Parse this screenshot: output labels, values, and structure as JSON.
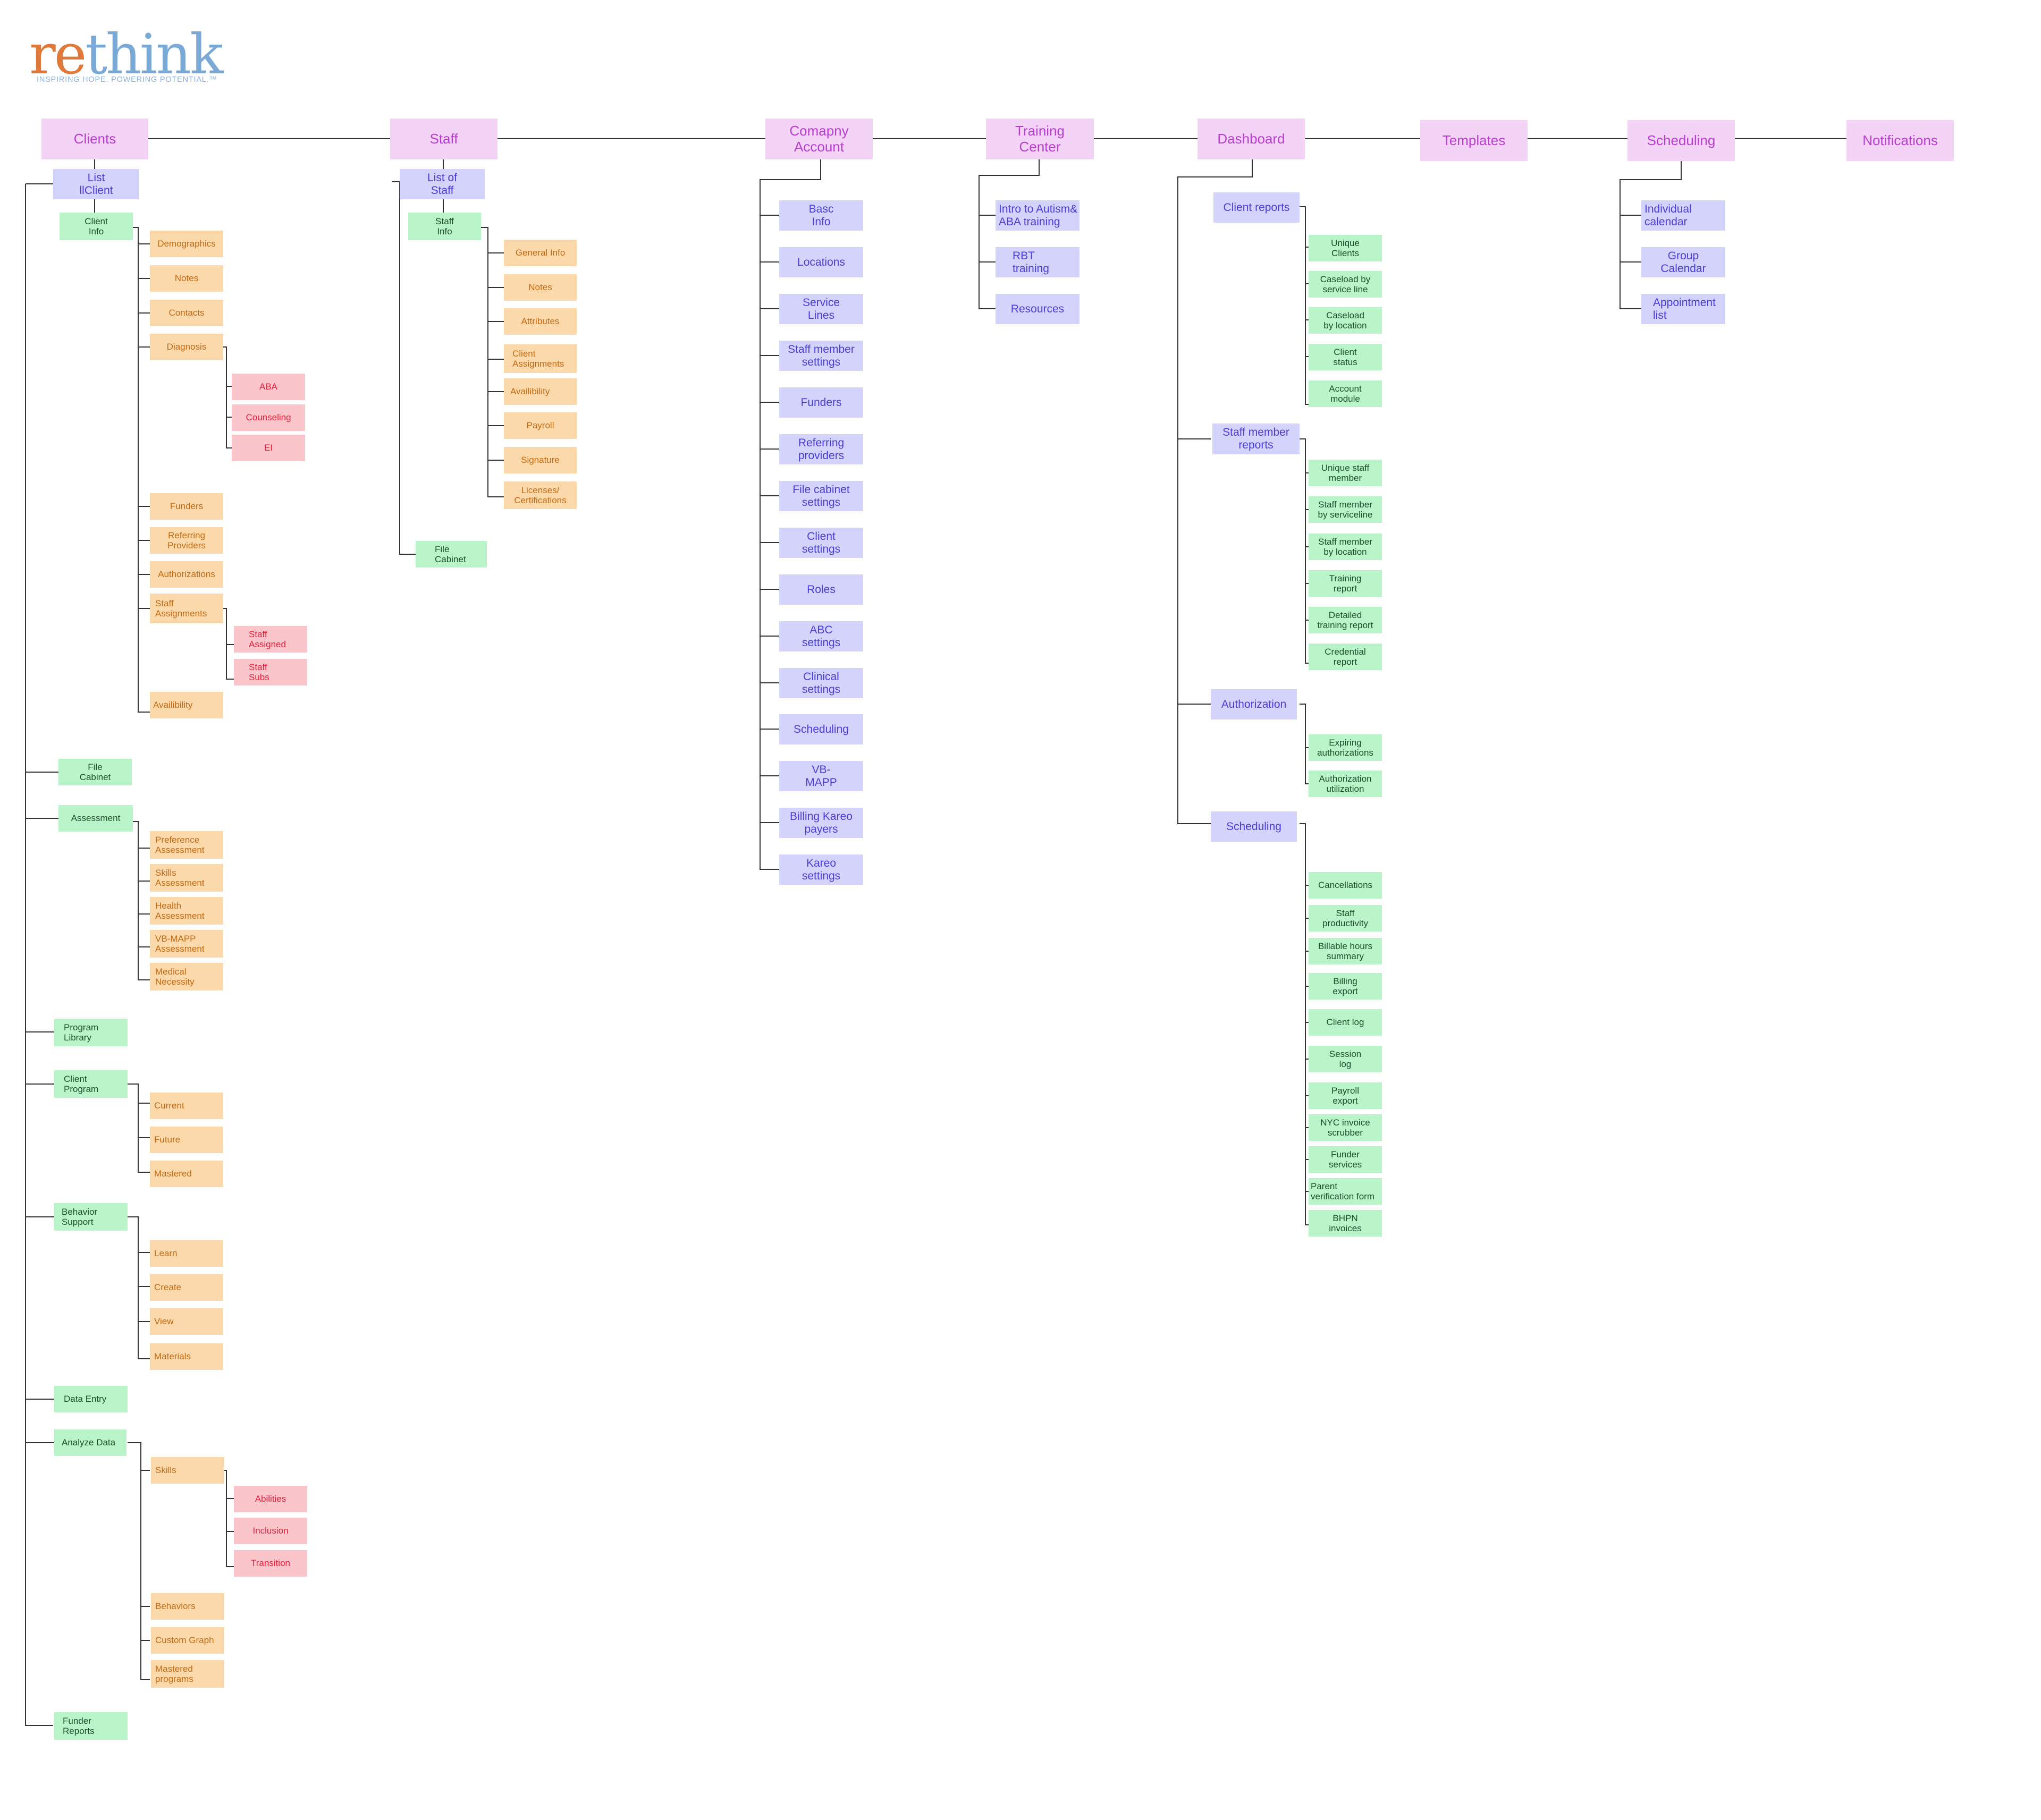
{
  "logo": {
    "brand_re": "re",
    "brand_think": "think",
    "tagline": "INSPIRING HOPE. POWERING POTENTIAL.™"
  },
  "sections": {
    "clients": "Clients",
    "staff": "Staff",
    "company_account": "Comapny\nAccount",
    "training_center": "Training\nCenter",
    "dashboard": "Dashboard",
    "templates": "Templates",
    "scheduling": "Scheduling",
    "notifications": "Notifications"
  },
  "clients": {
    "list": "List\nllClient",
    "client_info": "Client\nInfo",
    "client_info_items": {
      "demographics": "Demographics",
      "notes": "Notes",
      "contacts": "Contacts",
      "diagnosis": "Diagnosis",
      "diagnosis_items": {
        "aba": "ABA",
        "counseling": "Counseling",
        "ei": "EI"
      },
      "funders": "Funders",
      "referring_providers": "Referring\nProviders",
      "authorizations": "Authorizations",
      "staff_assignments": "Staff\nAssignments",
      "staff_assignment_items": {
        "staff_assigned": "Staff\nAssigned",
        "staff_subs": "Staff\nSubs"
      },
      "availability": "Availibility"
    },
    "file_cabinet": "File\nCabinet",
    "assessment": "Assessment",
    "assessment_items": {
      "preference": "Preference\nAssessment",
      "skills": "Skills\nAssessment",
      "health": "Health\nAssessment",
      "vbmapp": "VB-MAPP\nAssessment",
      "medical": "Medical\nNecessity"
    },
    "program_library": "Program\nLibrary",
    "client_program": "Client\nProgram",
    "client_program_items": {
      "current": "Current",
      "future": "Future",
      "mastered": "Mastered"
    },
    "behavior_support": "Behavior\nSupport",
    "behavior_items": {
      "learn": "Learn",
      "create": "Create",
      "view": "View",
      "materials": "Materials"
    },
    "data_entry": "Data Entry",
    "analyze_data": "Analyze Data",
    "analyze_items": {
      "skills": "Skills",
      "skills_items": {
        "abilities": "Abilities",
        "inclusion": "Inclusion",
        "transition": "Transition"
      },
      "behaviors": "Behaviors",
      "custom_graph": "Custom Graph",
      "mastered_programs": "Mastered\nprograms"
    },
    "funder_reports": "Funder\nReports"
  },
  "staff": {
    "list": "List of\nStaff",
    "staff_info": "Staff\nInfo",
    "staff_info_items": {
      "general_info": "General Info",
      "notes": "Notes",
      "attributes": "Attributes",
      "client_assignments": "Client\nAssignments",
      "availability": "Availibility",
      "payroll": "Payroll",
      "signature": "Signature",
      "licenses": "Licenses/\nCertifications"
    },
    "file_cabinet": "File\nCabinet"
  },
  "company_account": {
    "basic_info": "Basc\nInfo",
    "locations": "Locations",
    "service_lines": "Service\nLines",
    "staff_member_settings": "Staff member\nsettings",
    "funders": "Funders",
    "referring_providers": "Referring\nproviders",
    "file_cabinet_settings": "File cabinet\nsettings",
    "client_settings": "Client\nsettings",
    "roles": "Roles",
    "abc_settings": "ABC\nsettings",
    "clinical_settings": "Clinical\nsettings",
    "scheduling": "Scheduling",
    "vbmapp": "VB-\nMAPP",
    "billing_kareo": "Billing Kareo\npayers",
    "kareo_settings": "Kareo\nsettings"
  },
  "training_center": {
    "intro": "Intro to Autism&\nABA training",
    "rbt": "RBT\ntraining",
    "resources": "Resources"
  },
  "dashboard": {
    "client_reports": "Client reports",
    "client_report_items": {
      "unique_clients": "Unique\nClients",
      "caseload_service": "Caseload by\nservice line",
      "caseload_location": "Caseload\nby location",
      "client_status": "Client\nstatus",
      "account_module": "Account\nmodule"
    },
    "staff_member_reports": "Staff member\nreports",
    "staff_report_items": {
      "unique_staff": "Unique staff\nmember",
      "staff_serviceline": "Staff member\nby serviceline",
      "staff_location": "Staff member\nby location",
      "training_report": "Training\nreport",
      "detailed_training": "Detailed\ntraining report",
      "credential_report": "Credential\nreport"
    },
    "authorization": "Authorization",
    "authorization_items": {
      "expiring": "Expiring\nauthorizations",
      "utilization": "Authorization\nutilization"
    },
    "scheduling": "Scheduling",
    "scheduling_items": {
      "cancellations": "Cancellations",
      "staff_productivity": "Staff\nproductivity",
      "billable_hours": "Billable hours\nsummary",
      "billing_export": "Billing\nexport",
      "client_log": "Client log",
      "session_log": "Session\nlog",
      "payroll_export": "Payroll\nexport",
      "nyc_invoice": "NYC invoice\nscrubber",
      "funder_services": "Funder\nservices",
      "parent_verification": "Parent\nverification form",
      "bhpn_invoices": "BHPN\ninvoices"
    }
  },
  "scheduling": {
    "individual_calendar": "Individual\ncalendar",
    "group_calendar": "Group\nCalendar",
    "appointment_list": "Appointment\nlist"
  },
  "colors": {
    "section": "#f3d4f7",
    "level2": "#d3d3fb",
    "level3": "#b9f5c9",
    "level4": "#fbd9aa",
    "level5": "#fbc5cc"
  }
}
